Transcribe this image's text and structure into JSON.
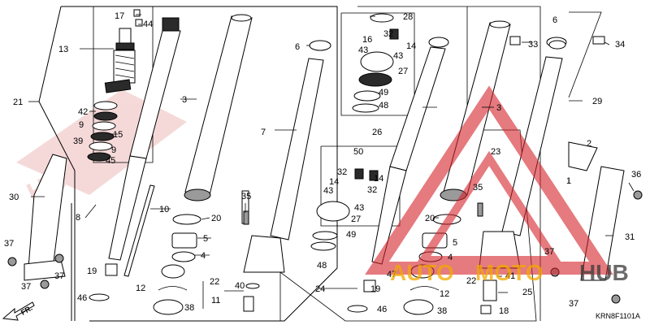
{
  "diagram": {
    "reference_code": "KRN8F1101A",
    "direction_label": "FR.",
    "watermark": {
      "text_left": "AUTO",
      "text_mid": "MOTO",
      "text_right": "HUB",
      "color_red": "#d4232b",
      "color_orange": "#f2a900"
    },
    "callouts": {
      "c17": "17",
      "c44": "44",
      "c13": "13",
      "c21": "21",
      "c42": "42",
      "c9a": "9",
      "c15": "15",
      "c39": "39",
      "c9b": "9",
      "c45": "45",
      "c3a": "3",
      "c30": "30",
      "c8": "8",
      "c10": "10",
      "c20a": "20",
      "c5a": "5",
      "c4a": "4",
      "c37a": "37",
      "c37b": "37",
      "c37c": "37",
      "c19a": "19",
      "c46a": "46",
      "c12a": "12",
      "c22a": "22",
      "c38a": "38",
      "c40": "40",
      "c11": "11",
      "c35a": "35",
      "c7": "7",
      "c6a": "6",
      "c28": "28",
      "c16": "16",
      "c32a": "32",
      "c14a": "14",
      "c43a": "43",
      "c43b": "43",
      "c27a": "27",
      "c49a": "49",
      "c48a": "48",
      "c26": "26",
      "c50": "50",
      "c14b": "14",
      "c32b": "32",
      "c43c": "43",
      "c14c": "14",
      "c32c": "32",
      "c43d": "43",
      "c27b": "27",
      "c49b": "49",
      "c48b": "48",
      "c24": "24",
      "c19b": "19",
      "c46b": "46",
      "c47": "47",
      "c3b": "3",
      "c20b": "20",
      "c5b": "5",
      "c4b": "4",
      "c12b": "12",
      "c22b": "22",
      "c38b": "38",
      "c35b": "35",
      "c6b": "6",
      "c33": "33",
      "c34": "34",
      "c29": "29",
      "c23": "23",
      "c2": "2",
      "c1": "1",
      "c36": "36",
      "c31": "31",
      "c41": "41",
      "c25": "25",
      "c18": "18",
      "c37d": "37",
      "c37e": "37"
    }
  }
}
